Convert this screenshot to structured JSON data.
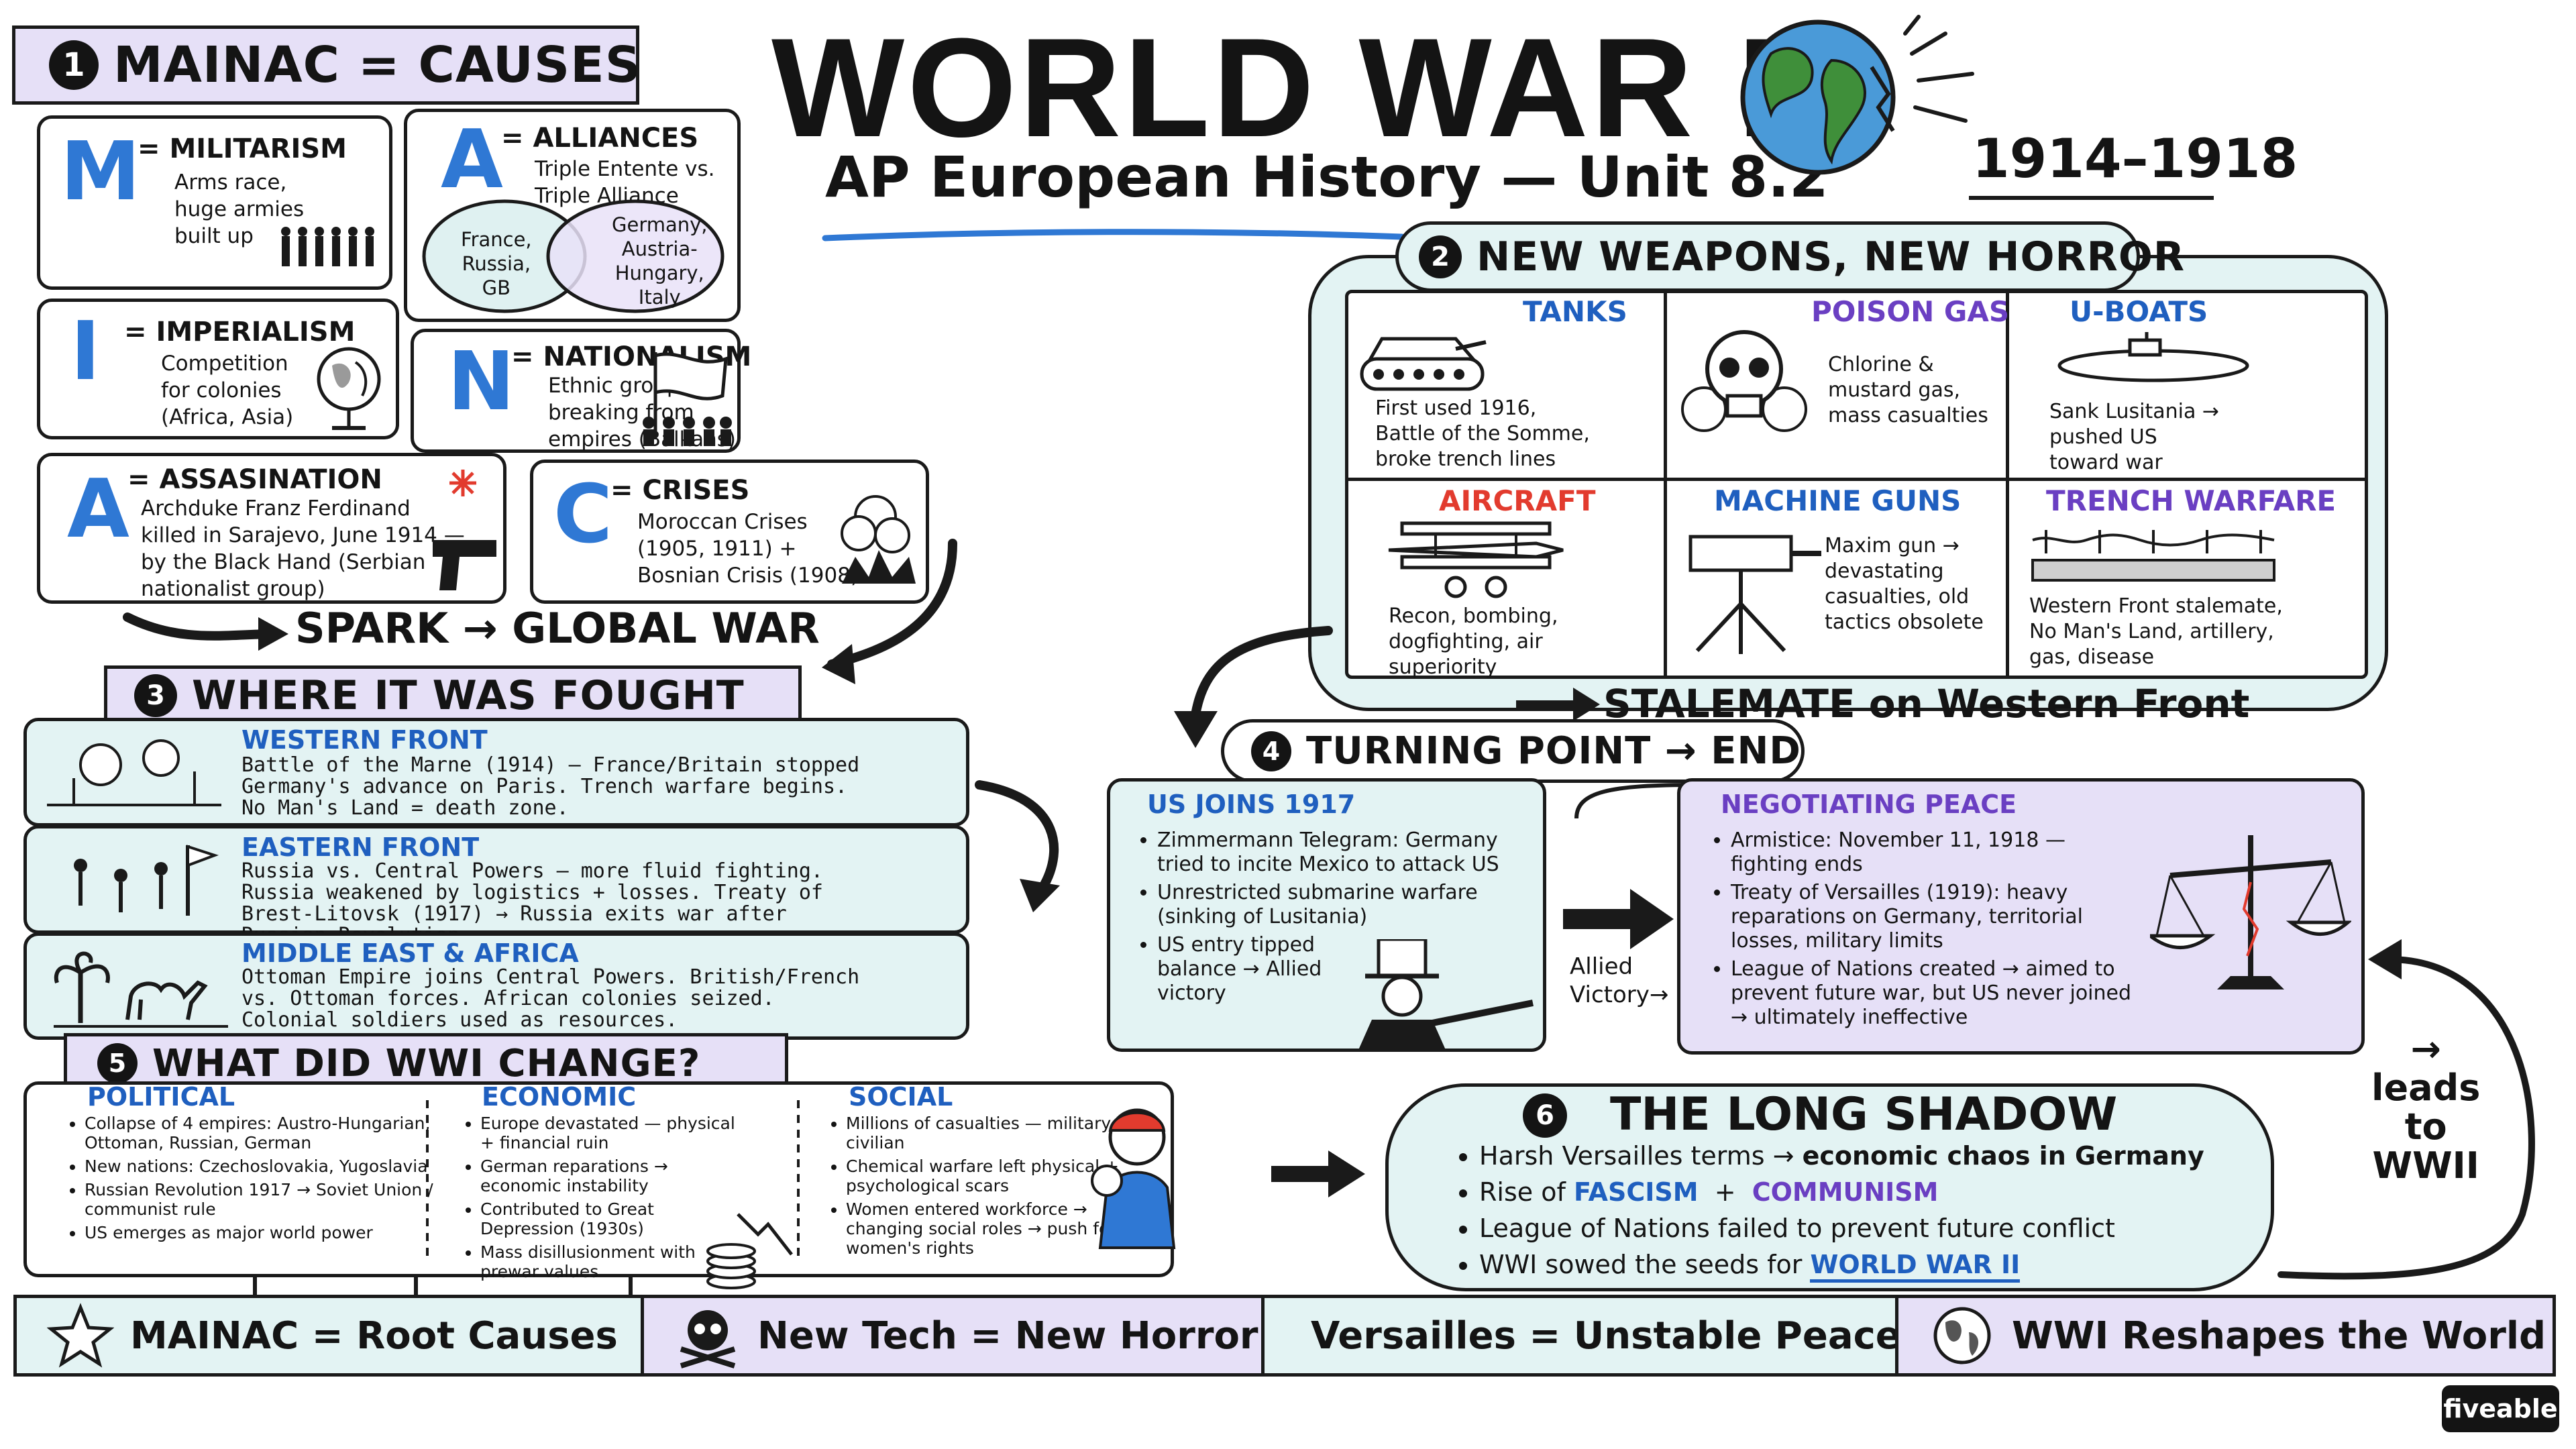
{
  "title": "WORLD WAR I",
  "subtitle": "AP European History — Unit 8.2",
  "dates": "1914–1918",
  "causes": {
    "number": "1",
    "heading": "MAINAC = CAUSES",
    "items": [
      {
        "letter": "M",
        "title": "= MILITARISM",
        "desc": "Arms race,\nhuge armies\nbuilt up"
      },
      {
        "letter": "A",
        "title": "= ALLIANCES",
        "desc": "Triple Entente vs.\nTriple Alliance",
        "venn_left": "France,\nRussia,\nGB",
        "venn_right": "Germany,\nAustria-\nHungary,\nItaly"
      },
      {
        "letter": "I",
        "title": "= IMPERIALISM",
        "desc": "Competition\nfor colonies\n(Africa, Asia)"
      },
      {
        "letter": "N",
        "title": "= NATIONALISM",
        "desc": "Ethnic groups\nbreaking from\nempires (Balkans)"
      },
      {
        "letter": "A",
        "title": "= ASSASINATION",
        "desc": "Archduke Franz Ferdinand\nkilled in Sarajevo, June 1914 —\nby the Black Hand (Serbian\nnationalist group)"
      },
      {
        "letter": "C",
        "title": "= CRISES",
        "desc": "Moroccan Crises\n(1905, 1911)  +\nBosnian Crisis (1908)"
      }
    ],
    "spark": "SPARK → GLOBAL WAR"
  },
  "weapons": {
    "number": "2",
    "heading": "NEW WEAPONS, NEW HORROR",
    "items": [
      {
        "title": "TANKS",
        "desc": "First used 1916,\nBattle of the Somme,\nbroke trench lines",
        "icon": "tank-icon"
      },
      {
        "title": "POISON GAS",
        "desc": "Chlorine &\nmustard gas,\nmass casualties",
        "icon": "skull-icon"
      },
      {
        "title": "U-BOATS",
        "desc": "Sank Lusitania →\npushed US\ntoward war",
        "icon": "submarine-icon"
      },
      {
        "title": "AIRCRAFT",
        "desc": "Recon, bombing,\ndogfighting, air\nsuperiority",
        "icon": "biplane-icon"
      },
      {
        "title": "MACHINE GUNS",
        "desc": "Maxim gun →\ndevastating\ncasualties, old\ntactics obsolete",
        "icon": "machine-gun-icon"
      },
      {
        "title": "TRENCH WARFARE",
        "desc": "Western Front stalemate,\nNo Man's Land, artillery,\ngas, disease",
        "icon": "trench-icon"
      }
    ],
    "stalemate": "STALEMATE on Western Front"
  },
  "fronts": {
    "number": "3",
    "heading": "WHERE IT WAS FOUGHT",
    "items": [
      {
        "title": "WESTERN FRONT",
        "desc": "Battle of the Marne (1914) — France/Britain stopped\nGermany's advance on Paris. Trench warfare begins.\nNo Man's Land = death zone."
      },
      {
        "title": "EASTERN FRONT",
        "desc": "Russia vs. Central Powers — more fluid fighting.\nRussia weakened by logistics + losses. Treaty of\nBrest-Litovsk (1917) → Russia exits war after\nRussian Revolution."
      },
      {
        "title": "MIDDLE EAST & AFRICA",
        "desc": "Ottoman Empire joins Central Powers. British/French\nvs. Ottoman forces. African colonies seized.\nColonial soldiers used as resources."
      }
    ]
  },
  "turning": {
    "number": "4",
    "heading": "TURNING POINT → END",
    "us_title": "US JOINS 1917",
    "us_items": [
      "Zimmermann Telegram: Germany tried to incite Mexico to attack US",
      "Unrestricted submarine warfare (sinking of Lusitania)",
      "US entry tipped balance → Allied victory"
    ],
    "arrow_label": "Allied\nVictory→",
    "peace_title": "NEGOTIATING PEACE",
    "peace_items": [
      "Armistice: November 11, 1918 — fighting ends",
      "Treaty of Versailles (1919): heavy reparations on Germany, territorial losses, military limits",
      "League of Nations created → aimed to prevent future war, but US never joined → ultimately ineffective"
    ]
  },
  "changes": {
    "number": "5",
    "heading": "WHAT DID WWI CHANGE?",
    "columns": [
      {
        "title": "POLITICAL",
        "items": [
          "Collapse of 4 empires: Austro-Hungarian, Ottoman, Russian, German",
          "New nations: Czechoslovakia, Yugoslavia",
          "Russian Revolution 1917 → Soviet Union / communist rule",
          "US emerges as major world power"
        ]
      },
      {
        "title": "ECONOMIC",
        "items": [
          "Europe devastated — physical + financial ruin",
          "German reparations → economic instability",
          "Contributed to Great Depression (1930s)",
          "Mass disillusionment with prewar values"
        ]
      },
      {
        "title": "SOCIAL",
        "items": [
          "Millions of casualties — military + civilian",
          "Chemical warfare left physical + psychological scars",
          "Women entered workforce → changing social roles → push for women's rights"
        ]
      }
    ]
  },
  "shadow": {
    "number": "6",
    "heading": "THE LONG SHADOW",
    "items": [
      {
        "pre": "Harsh Versailles terms → ",
        "bold": "economic chaos in Germany",
        "post": ""
      },
      {
        "pre": "Rise of ",
        "fascism": "FASCISM",
        "mid": "  +  ",
        "communism": "COMMUNISM"
      },
      {
        "pre": "League of Nations failed to prevent future conflict"
      },
      {
        "pre": "WWI sowed the seeds for ",
        "ww2": "WORLD WAR II"
      }
    ],
    "leads_to": "→\nleads\nto\nWWII"
  },
  "summary": [
    {
      "icon": "star-icon",
      "text": "MAINAC = Root Causes",
      "color": "#e3f3f3"
    },
    {
      "icon": "skull-icon",
      "text": "New Tech = New Horror",
      "color": "#e6e0f7"
    },
    {
      "icon": "scales-icon",
      "text": "Versailles = Unstable Peace",
      "color": "#e3f3f3"
    },
    {
      "icon": "globe-icon",
      "text": "WWI Reshapes the World",
      "color": "#e6e0f7"
    }
  ],
  "brand": "fiveable",
  "colors": {
    "blue": "#2f78d4",
    "purple": "#6a3fc2",
    "teal_bg": "#e3f3f3",
    "lavender_bg": "#e6e0f7",
    "red": "#e23b2e"
  }
}
